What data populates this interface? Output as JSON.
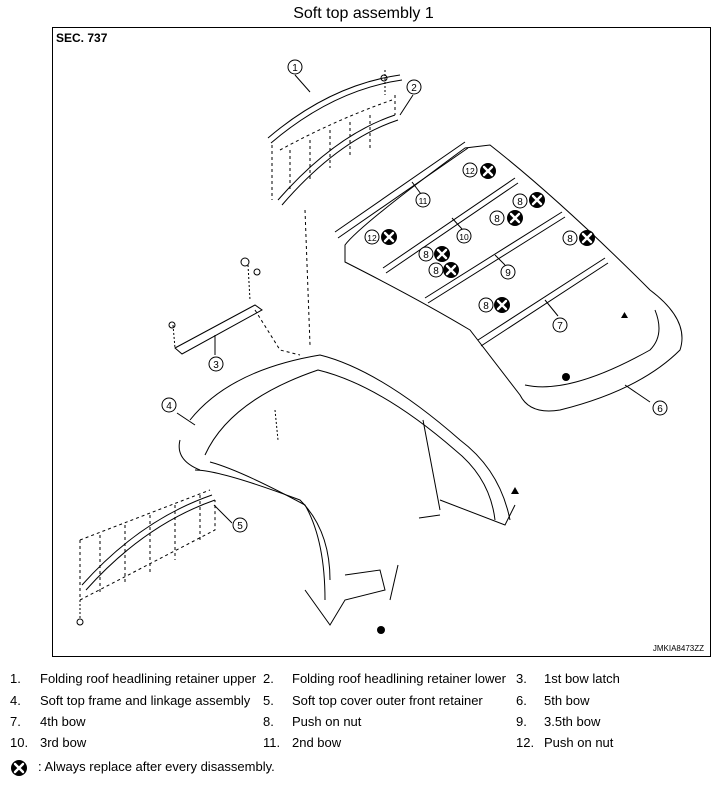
{
  "title": "Soft top assembly 1",
  "section": "SEC. 737",
  "figure_code": "JMKIA8473ZZ",
  "callouts": [
    "1",
    "2",
    "3",
    "4",
    "5",
    "6",
    "7",
    "8",
    "9",
    "10",
    "11",
    "12"
  ],
  "legend": [
    {
      "num": "1.",
      "text": "Folding roof headlining retainer upper"
    },
    {
      "num": "2.",
      "text": "Folding roof headlining retainer lower"
    },
    {
      "num": "3.",
      "text": "1st bow latch"
    },
    {
      "num": "4.",
      "text": "Soft top frame and linkage assembly"
    },
    {
      "num": "5.",
      "text": "Soft top cover outer front retainer"
    },
    {
      "num": "6.",
      "text": "5th bow"
    },
    {
      "num": "7.",
      "text": "4th bow"
    },
    {
      "num": "8.",
      "text": "Push on nut"
    },
    {
      "num": "9.",
      "text": "3.5th bow"
    },
    {
      "num": "10.",
      "text": "3rd bow"
    },
    {
      "num": "11.",
      "text": "2nd  bow"
    },
    {
      "num": "12.",
      "text": "Push on nut"
    }
  ],
  "note": ": Always replace after every disassembly.",
  "icons": {
    "replace_symbol": "circle-x-icon"
  }
}
